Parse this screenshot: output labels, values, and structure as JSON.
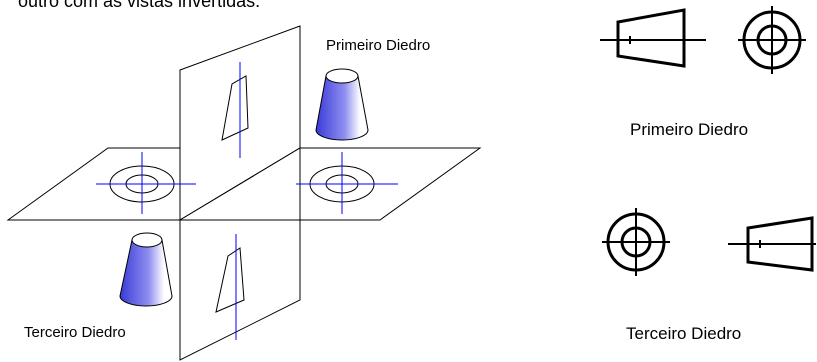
{
  "caption_text": "outro com as vistas invertidas.",
  "left_diagram": {
    "label_first": "Primeiro Diedro",
    "label_third": "Terceiro Diedro"
  },
  "right_views": {
    "label_first": "Primeiro Diedro",
    "label_third": "Terceiro Diedro"
  },
  "colors": {
    "line": "#000000",
    "axis": "#0000ff",
    "cone_dark": "#3a3ad8",
    "cone_light": "#ffffff"
  }
}
